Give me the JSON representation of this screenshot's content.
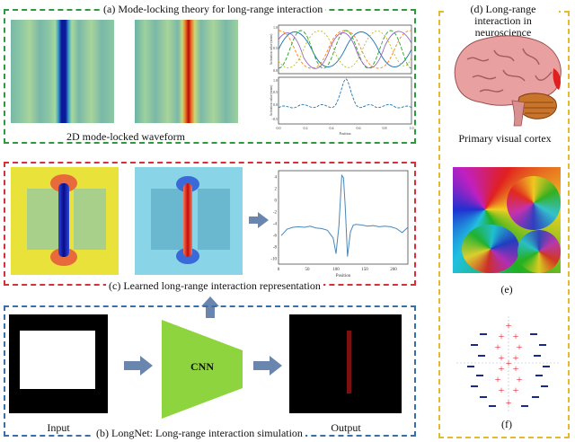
{
  "panel_a": {
    "title": "(a) Mode-locking theory for long-range interaction",
    "subtitle": "2D mode-locked waveform",
    "color": "#2e9a3e"
  },
  "panel_c": {
    "title": "(c) Learned long-range interaction representation",
    "color": "#d8303a"
  },
  "panel_b": {
    "title": "(b) LongNet: Long-range interaction simulation",
    "input_label": "Input",
    "output_label": "Output",
    "cnn_label": "CNN",
    "color": "#3a6ea8"
  },
  "panel_d": {
    "title": "(d) Long-range interaction in neuroscience",
    "brain_caption": "Primary visual cortex",
    "map_caption": "(e)",
    "field_caption": "(f)",
    "color": "#e8b830"
  },
  "plot_a": {
    "yticks_top": [
      "1.0",
      "0.5",
      "0.0"
    ],
    "yticks_bottom": [
      "1.0",
      "0.5",
      "0.0",
      "-0.5"
    ],
    "ylabel_top": "Activation value (norm)",
    "ylabel_bottom": "Activation value (norm)",
    "xticks": [
      "0.0",
      "0.2",
      "0.4",
      "0.6",
      "0.8",
      "1.0"
    ],
    "xlabel": "Position"
  },
  "chart_data": {
    "type": "line",
    "x_ticks": [
      "0",
      "50",
      "100",
      "150",
      "200"
    ],
    "y_ticks": [
      "4",
      "2",
      "0",
      "-2",
      "-4",
      "-6",
      "-8",
      "-10"
    ],
    "xlim": [
      0,
      225
    ],
    "ylim": [
      -11,
      5
    ],
    "xlabel": "Position",
    "series": [
      {
        "x": [
          5,
          15,
          25,
          35,
          45,
          55,
          65,
          75,
          85,
          95,
          100,
          105,
          110,
          113,
          116,
          120,
          125,
          130,
          135,
          145,
          155,
          165,
          175,
          185,
          195,
          205,
          215,
          225
        ],
        "values": [
          -6.1,
          -5.0,
          -4.7,
          -4.6,
          -4.7,
          -4.5,
          -4.8,
          -4.9,
          -5.2,
          -6.5,
          -9.2,
          -4.5,
          4.2,
          3.8,
          -1.0,
          -9.7,
          -5.5,
          -4.3,
          -4.2,
          -4.3,
          -4.5,
          -4.4,
          -4.6,
          -4.5,
          -4.6,
          -4.9,
          -5.6,
          -4.7
        ]
      }
    ]
  }
}
